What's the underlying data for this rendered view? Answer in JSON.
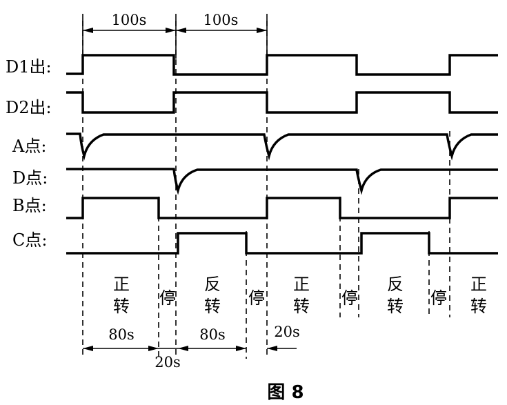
{
  "signals": [
    {
      "id": "d1",
      "label": "D1出:"
    },
    {
      "id": "d2",
      "label": "D2出:"
    },
    {
      "id": "a",
      "label": "A点:"
    },
    {
      "id": "d",
      "label": "D点:"
    },
    {
      "id": "b",
      "label": "B点:"
    },
    {
      "id": "c",
      "label": "C点:"
    }
  ],
  "top_dimensions": [
    "100s",
    "100s"
  ],
  "states": [
    {
      "l1": "正",
      "l2": "转"
    },
    {
      "l1": "停",
      "l2": ""
    },
    {
      "l1": "反",
      "l2": "转"
    },
    {
      "l1": "停",
      "l2": ""
    },
    {
      "l1": "正",
      "l2": "转"
    },
    {
      "l1": "停",
      "l2": ""
    },
    {
      "l1": "反",
      "l2": "转"
    },
    {
      "l1": "停",
      "l2": ""
    },
    {
      "l1": "正",
      "l2": "转"
    }
  ],
  "bottom_dimensions": {
    "run1": "80s",
    "stop1": "20s",
    "run2": "80s",
    "stop2": "20s"
  },
  "caption": "图 8"
}
